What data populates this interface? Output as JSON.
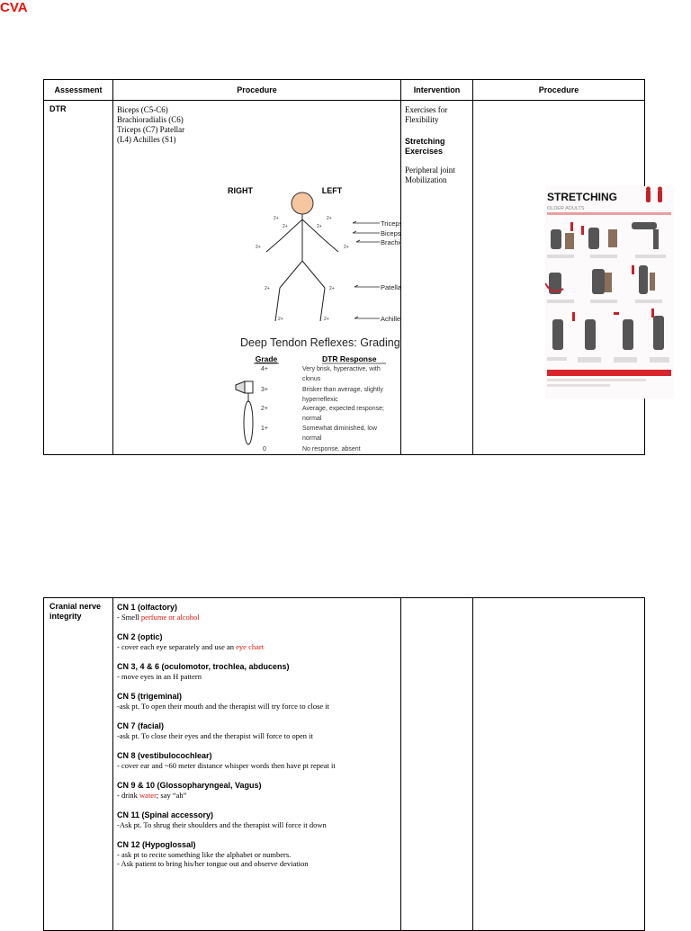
{
  "title": "CVA",
  "table1": {
    "headers": [
      "Assessment",
      "Procedure",
      "Intervention",
      "Procedure"
    ],
    "assessment": "DTR",
    "procedure_lines": [
      "Biceps (C5-C6)",
      "Brachioradialis (C6)",
      "Triceps (C7) Patellar",
      "(L4) Achilles (S1)"
    ],
    "figure": {
      "right_label": "RIGHT",
      "left_label": "LEFT",
      "grade_marks": [
        "2+",
        "2+",
        "2+",
        "2+",
        "2+",
        "2+",
        "2+",
        "2+",
        "2+",
        "2+"
      ],
      "callouts": [
        "Triceps",
        "Biceps",
        "Brachioradialis",
        "Patellar",
        "Achilles"
      ],
      "grading_title": "Deep Tendon Reflexes: Grading",
      "col_grade": "Grade",
      "col_response": "DTR Response",
      "grades": [
        {
          "grade": "4+",
          "lines": [
            "Very brisk, hyperactive, with",
            "clonus"
          ]
        },
        {
          "grade": "3+",
          "lines": [
            "Brisker than average, slightly",
            "hyperreflexic"
          ]
        },
        {
          "grade": "2+",
          "lines": [
            "Average, expected response;",
            "normal"
          ]
        },
        {
          "grade": "1+",
          "lines": [
            "Somewhat diminished, low",
            "normal"
          ]
        },
        {
          "grade": "0",
          "lines": [
            "No response, absent"
          ]
        }
      ]
    },
    "interventions": [
      {
        "text": "Exercises for Flexibility",
        "bold": false
      },
      {
        "text": "Stretching Exercises",
        "bold": true
      },
      {
        "text": "Peripheral joint Mobilization",
        "bold": false
      }
    ],
    "poster": {
      "title": "STRETCHING",
      "subtitle": "OLDER ADULTS",
      "accent": "#d8242a"
    }
  },
  "table2": {
    "assessment": "Cranial nerve integrity",
    "items": [
      {
        "head": "CN 1 (olfactory)",
        "pre": "- Smell ",
        "red": "perfume or alcohol",
        "post": ""
      },
      {
        "head": "CN 2 (optic)",
        "pre": "- cover each eye separately and use an ",
        "red": "eye chart",
        "post": ""
      },
      {
        "head": "CN 3, 4 & 6 (oculomotor, trochlea, abducens)",
        "pre": "- move eyes in an H pattern",
        "red": "",
        "post": ""
      },
      {
        "head": "CN 5 (trigeminal)",
        "pre": "-ask pt. To open their mouth and the therapist will try force to close it",
        "red": "",
        "post": ""
      },
      {
        "head": "CN 7 (facial)",
        "pre": "-ask pt. To close their eyes and the therapist will force to open it",
        "red": "",
        "post": ""
      },
      {
        "head": "CN 8 (vestibulocochlear)",
        "pre": "- cover ear and ~60 meter distance whisper words then have pt repeat it",
        "red": "",
        "post": ""
      },
      {
        "head": "CN 9 & 10 (Glossopharyngeal, Vagus)",
        "pre": "- drink ",
        "red": "water",
        "post": "; say “ah”"
      },
      {
        "head": "CN 11 (Spinal accessory)",
        "pre": "-Ask pt. To shrug their shoulders and the therapist will force it down",
        "red": "",
        "post": ""
      },
      {
        "head": "CN 12 (Hypoglossal)",
        "pre": "- ask pt to recite something like the alphabet or numbers.",
        "red": "",
        "post": "",
        "extra": "- Ask patient to bring his/her tongue out and observe deviation"
      }
    ]
  }
}
